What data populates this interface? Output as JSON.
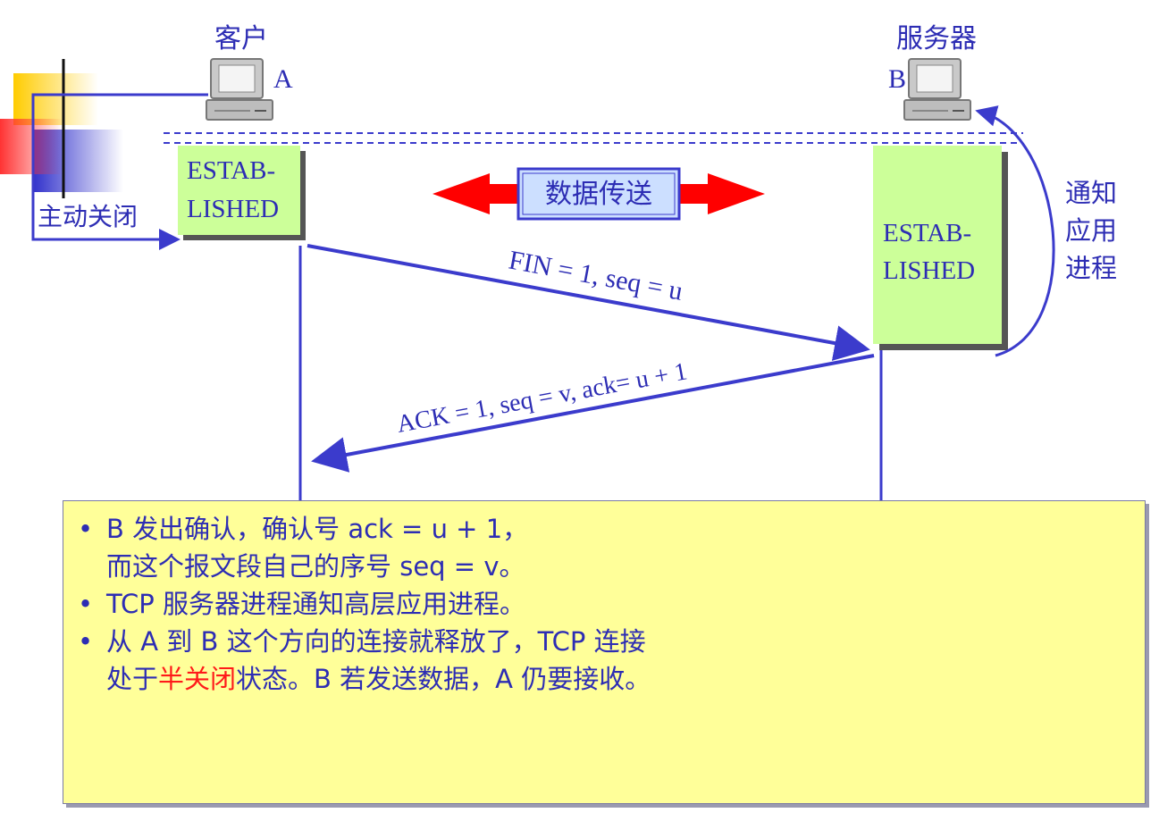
{
  "client": {
    "title": "客户",
    "letter": "A"
  },
  "server": {
    "title": "服务器",
    "letter": "B"
  },
  "states": {
    "client_state": [
      "ESTAB-",
      "LISHED"
    ],
    "server_state": [
      "ESTAB-",
      "LISHED"
    ]
  },
  "labels": {
    "active_close": "主动关闭",
    "data_transfer": "数据传送",
    "notify_app": [
      "通知",
      "应用",
      "进程"
    ]
  },
  "messages": {
    "fin": "FIN = 1, seq = u",
    "ack": "ACK = 1, seq = v, ack= u + 1"
  },
  "notes": {
    "b1_line1": "B 发出确认，确认号 ack = u + 1，",
    "b1_line2": "而这个报文段自己的序号 seq = v。",
    "b2": "TCP 服务器进程通知高层应用进程。",
    "b3_line1": "从 A 到 B 这个方向的连接就释放了，TCP 连接",
    "b3_pre": "处于",
    "b3_highlight": "半关闭",
    "b3_post": "状态。B 若发送数据，A 仍要接收。"
  },
  "colors": {
    "line_blue": "#3b3bcc",
    "text_blue": "#2d2db4",
    "state_green": "#ccff99",
    "note_yellow": "#ffff99",
    "arrow_red": "#ff0000",
    "highlight_red": "#ff1a1a"
  }
}
